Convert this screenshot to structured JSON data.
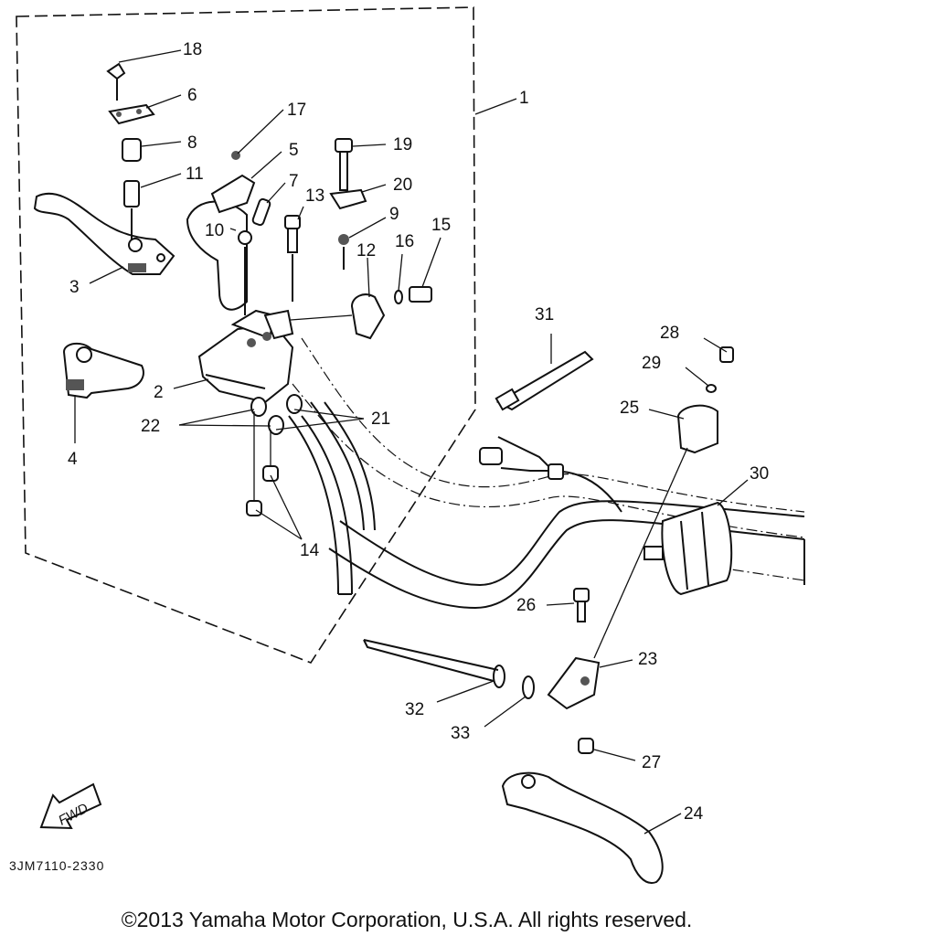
{
  "callouts": [
    "1",
    "2",
    "3",
    "4",
    "5",
    "6",
    "7",
    "8",
    "9",
    "10",
    "11",
    "12",
    "13",
    "14",
    "15",
    "16",
    "17",
    "18",
    "19",
    "20",
    "21",
    "22",
    "23",
    "24",
    "25",
    "26",
    "27",
    "28",
    "29",
    "30",
    "31",
    "32",
    "33"
  ],
  "fwd_label": "FWD",
  "diagram_code": "3JM7110-2330",
  "copyright": "©2013 Yamaha Motor Corporation, U.S.A. All rights reserved."
}
